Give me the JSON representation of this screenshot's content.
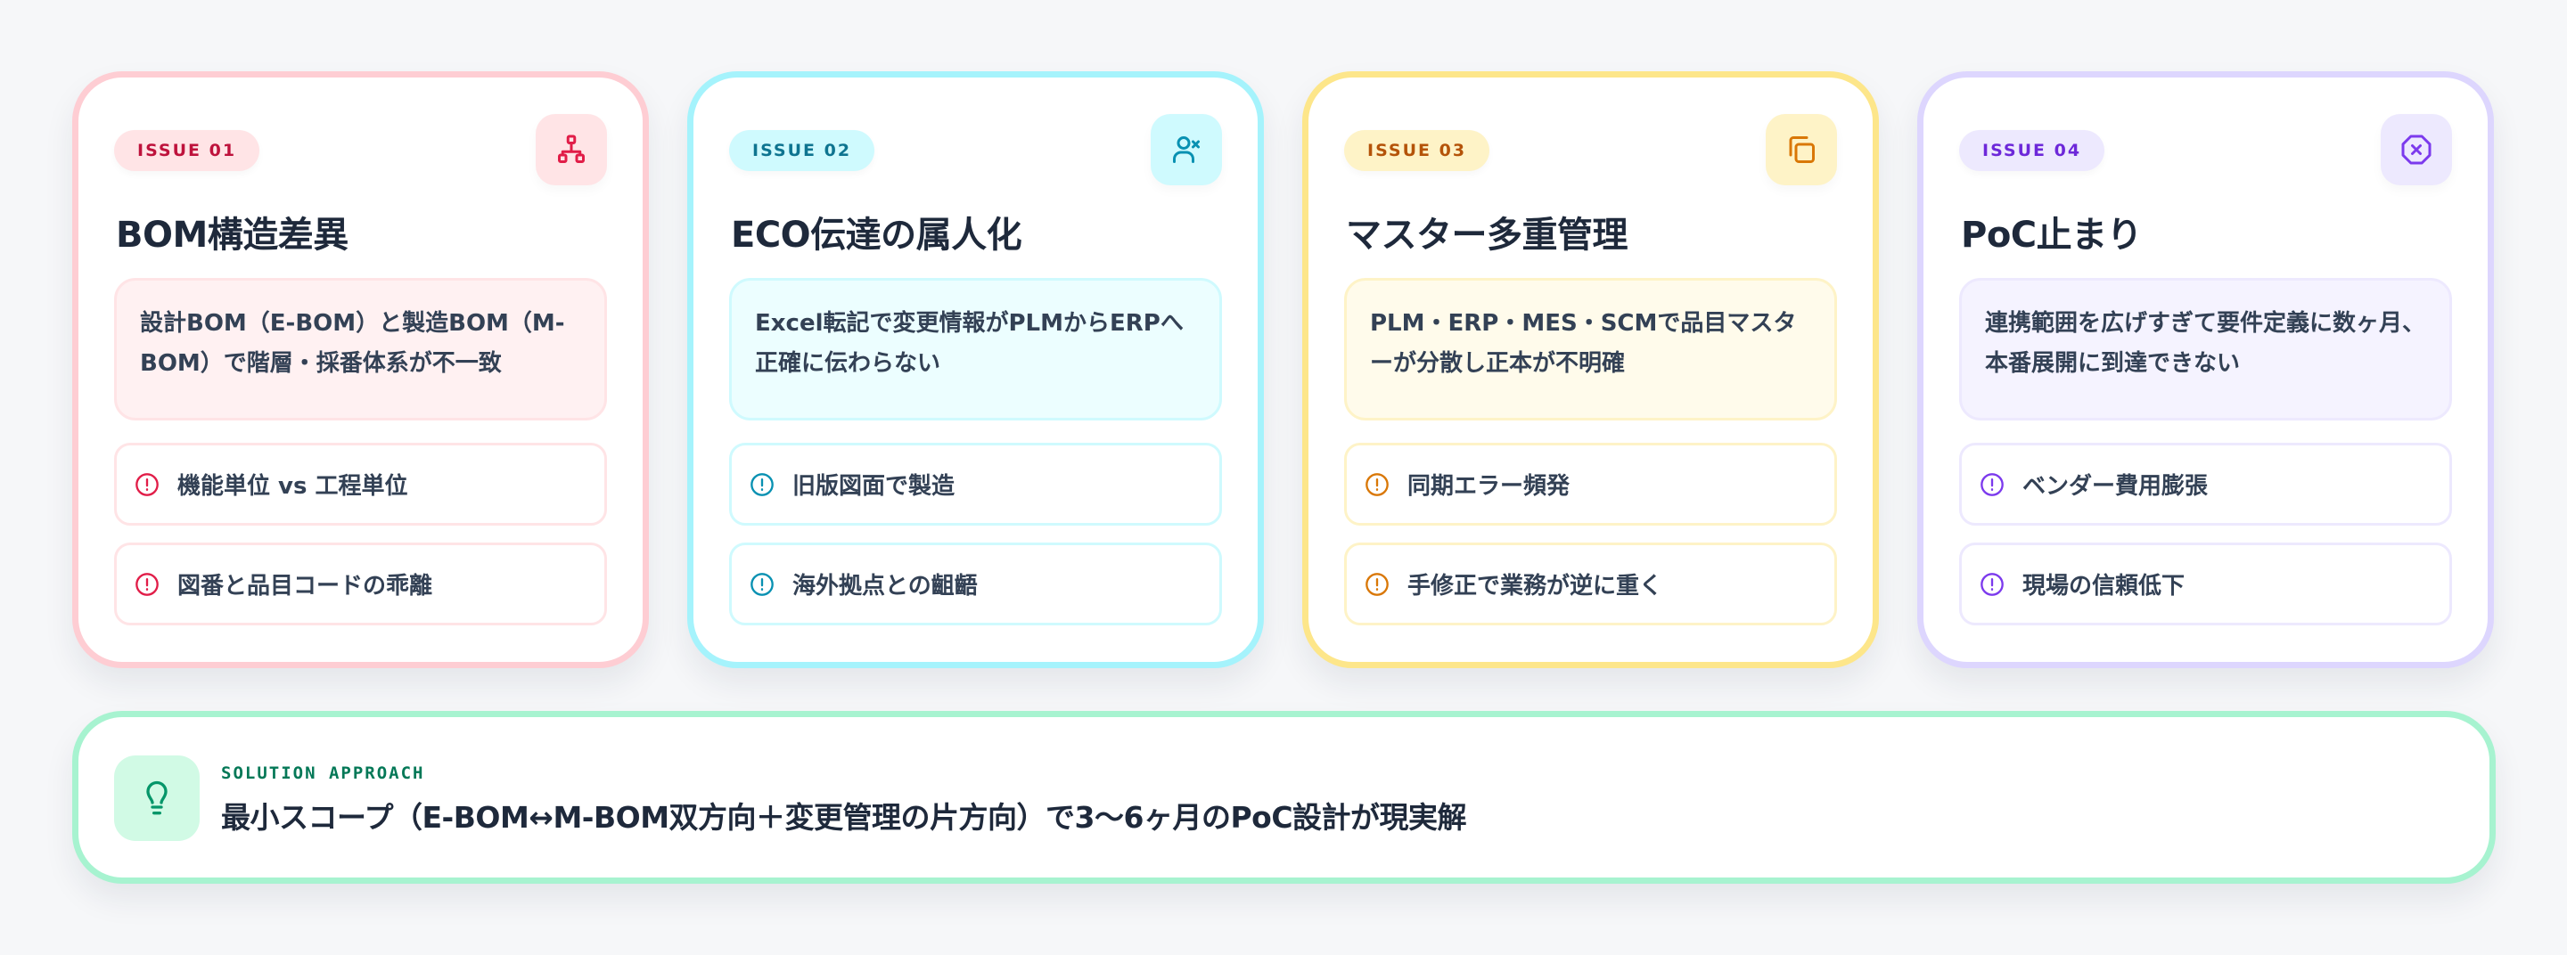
{
  "issues": [
    {
      "badge": "ISSUE 01",
      "icon": "hierarchy-icon",
      "title": "BOM構造差異",
      "description": "設計BOM（E-BOM）と製造BOM（M-BOM）で階層・採番体系が不一致",
      "points": [
        "機能単位 vs 工程単位",
        "図番と品目コードの乖離"
      ],
      "colors": {
        "accent": "#e11d48",
        "border": "#fecdd3"
      }
    },
    {
      "badge": "ISSUE 02",
      "icon": "user-x-icon",
      "title": "ECO伝達の属人化",
      "description": "Excel転記で変更情報がPLMからERPへ正確に伝わらない",
      "points": [
        "旧版図面で製造",
        "海外拠点との齟齬"
      ],
      "colors": {
        "accent": "#0891b2",
        "border": "#a5f3fc"
      }
    },
    {
      "badge": "ISSUE 03",
      "icon": "copy-icon",
      "title": "マスター多重管理",
      "description": "PLM・ERP・MES・SCMで品目マスターが分散し正本が不明確",
      "points": [
        "同期エラー頻発",
        "手修正で業務が逆に重く"
      ],
      "colors": {
        "accent": "#d97706",
        "border": "#fde68a"
      }
    },
    {
      "badge": "ISSUE 04",
      "icon": "octagon-x-icon",
      "title": "PoC止まり",
      "description": "連携範囲を広げすぎて要件定義に数ヶ月、本番展開に到達できない",
      "points": [
        "ベンダー費用膨張",
        "現場の信頼低下"
      ],
      "colors": {
        "accent": "#7c3aed",
        "border": "#ddd6fe"
      }
    }
  ],
  "solution": {
    "icon": "lightbulb-icon",
    "label": "SOLUTION APPROACH",
    "text": "最小スコープ（E-BOM↔M-BOM双方向＋変更管理の片方向）で3〜6ヶ月のPoC設計が現実解",
    "colors": {
      "accent": "#047857",
      "border": "#a7f3d0"
    }
  }
}
